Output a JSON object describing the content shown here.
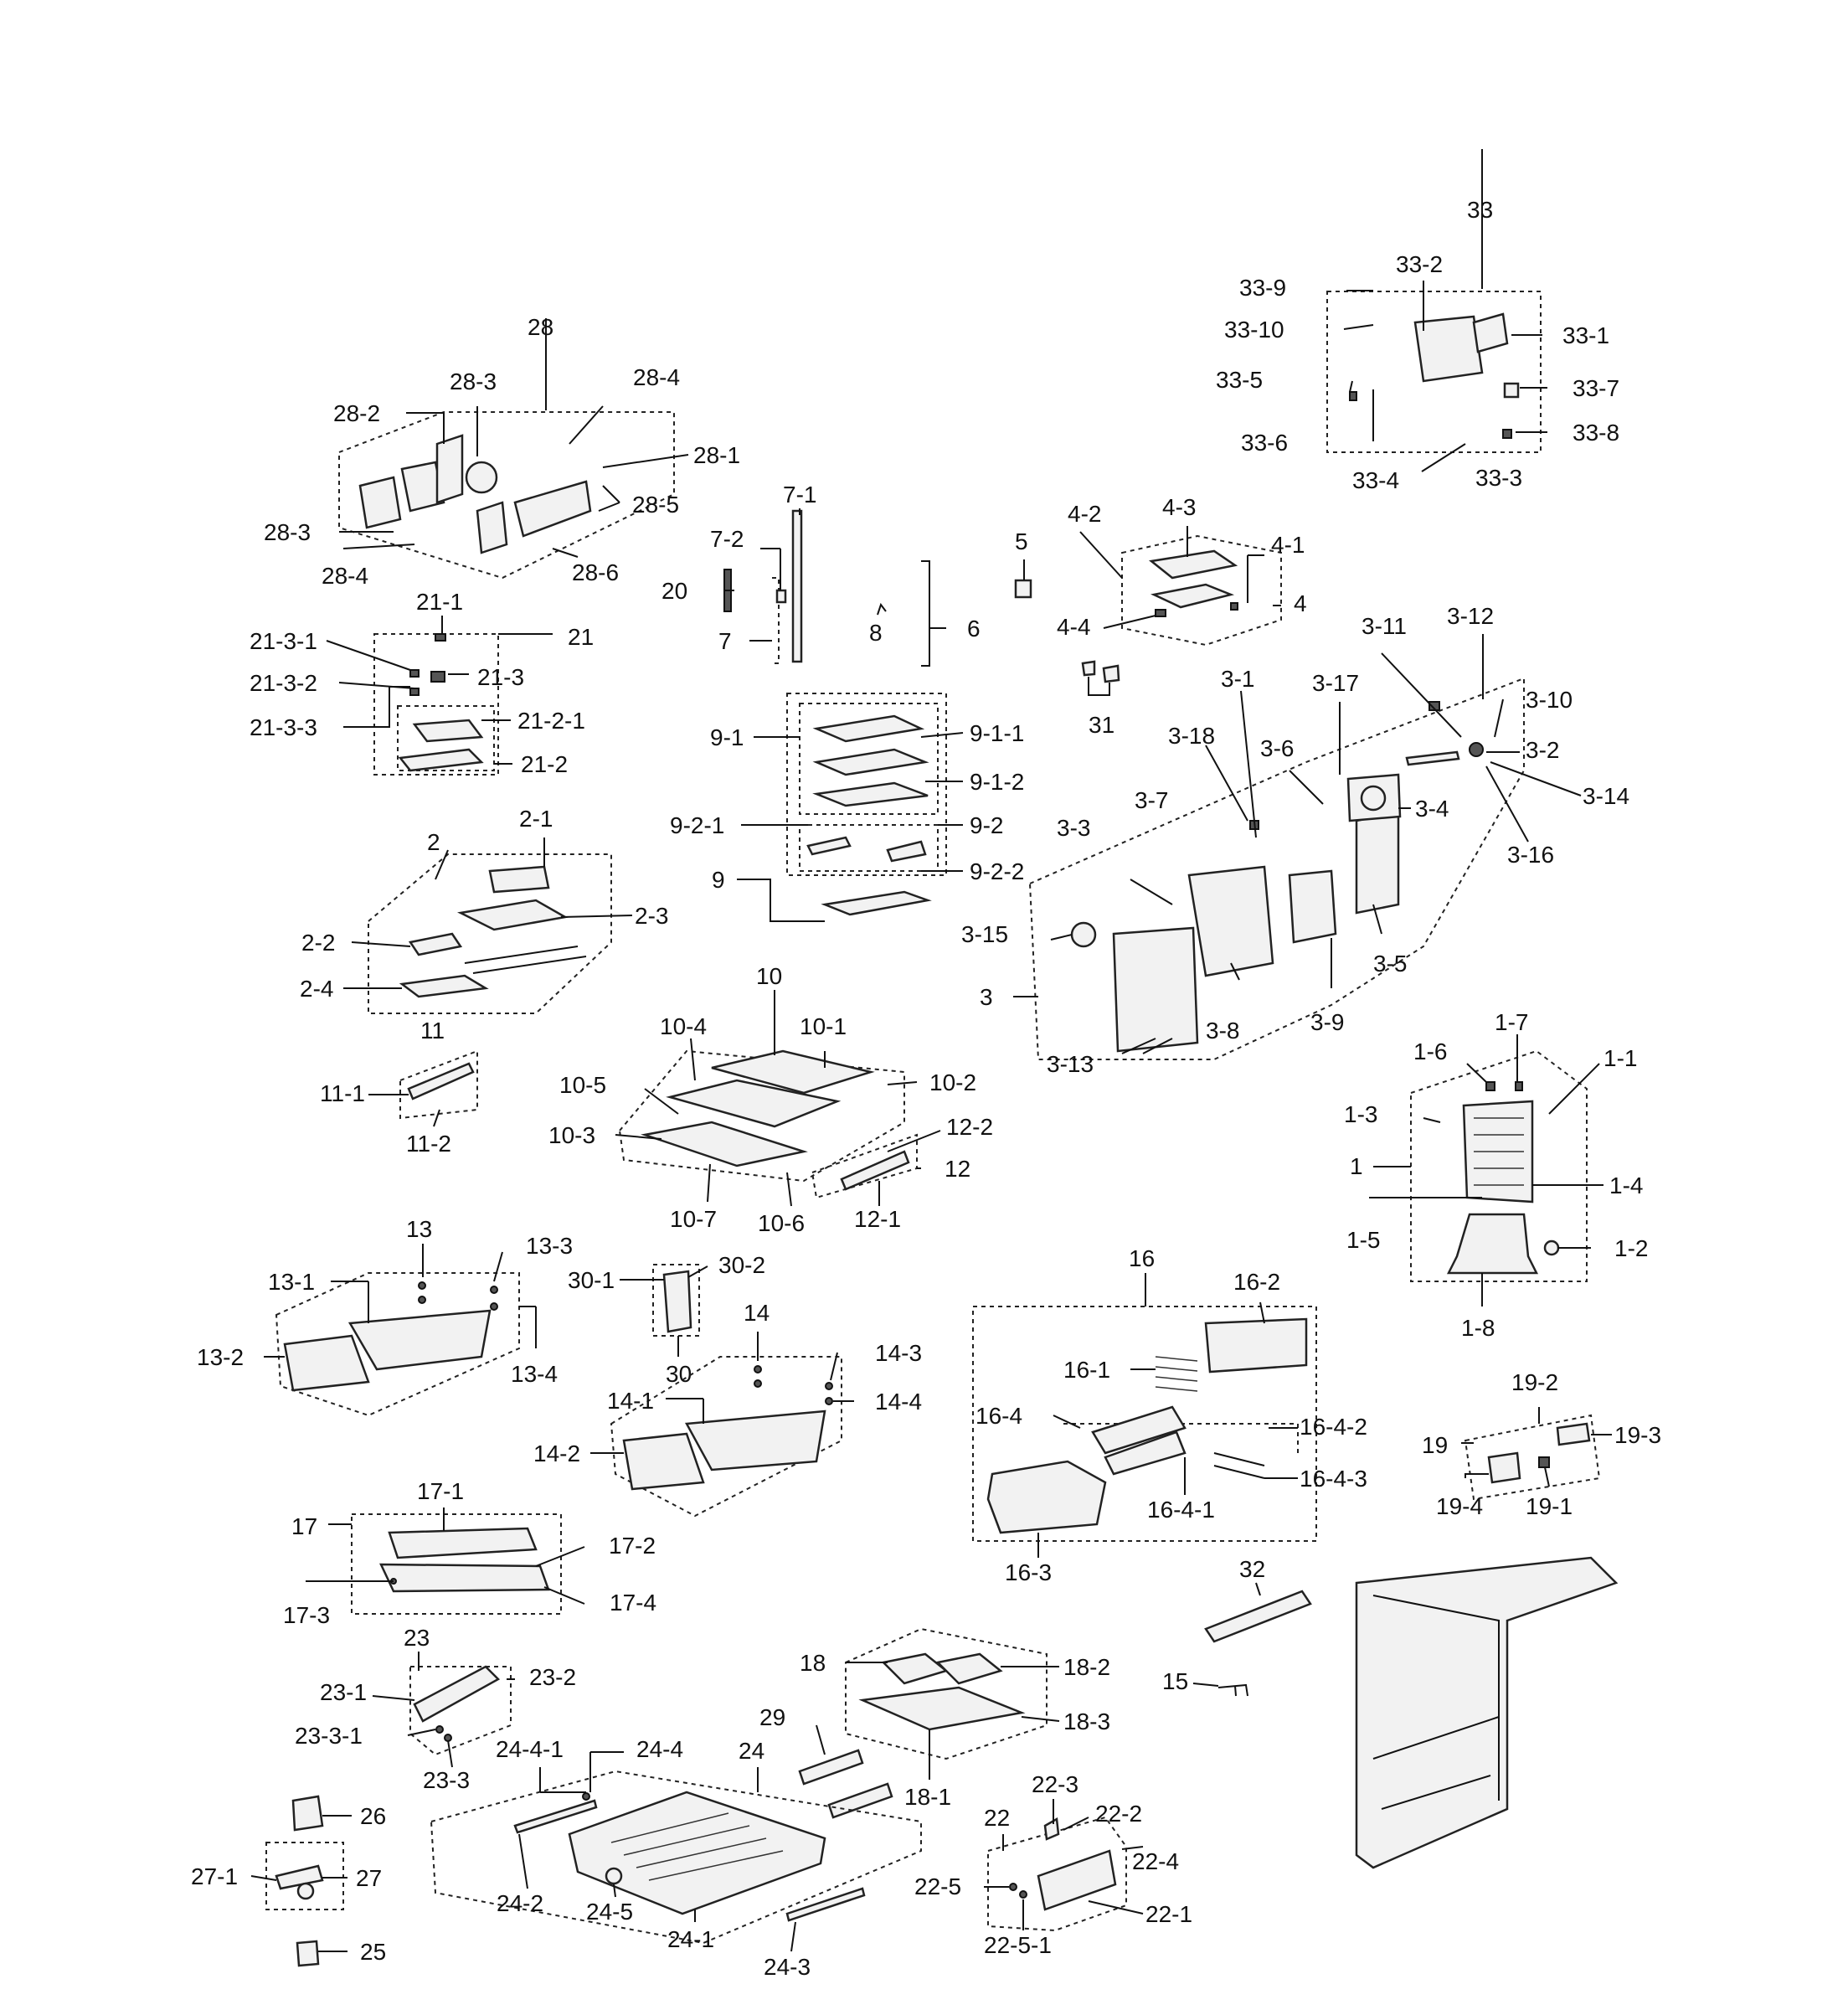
{
  "labels": {
    "l33": "33",
    "l33_1": "33-1",
    "l33_2": "33-2",
    "l33_3": "33-3",
    "l33_4": "33-4",
    "l33_5": "33-5",
    "l33_6": "33-6",
    "l33_7": "33-7",
    "l33_8": "33-8",
    "l33_9": "33-9",
    "l33_10": "33-10",
    "l28": "28",
    "l28_1": "28-1",
    "l28_2": "28-2",
    "l28_3a": "28-3",
    "l28_3b": "28-3",
    "l28_4a": "28-4",
    "l28_4b": "28-4",
    "l28_5": "28-5",
    "l28_6": "28-6",
    "l7_1": "7-1",
    "l7_2": "7-2",
    "l7": "7",
    "l20": "20",
    "l8": "8",
    "l6": "6",
    "l5": "5",
    "l4": "4",
    "l4_1": "4-1",
    "l4_2": "4-2",
    "l4_3": "4-3",
    "l4_4": "4-4",
    "l31": "31",
    "l21": "21",
    "l21_1": "21-1",
    "l21_2": "21-2",
    "l21_2_1": "21-2-1",
    "l21_3": "21-3",
    "l21_3_1": "21-3-1",
    "l21_3_2": "21-3-2",
    "l21_3_3": "21-3-3",
    "l9": "9",
    "l9_1": "9-1",
    "l9_1_1": "9-1-1",
    "l9_1_2": "9-1-2",
    "l9_2": "9-2",
    "l9_2_1": "9-2-1",
    "l9_2_2": "9-2-2",
    "l3": "3",
    "l3_1": "3-1",
    "l3_2": "3-2",
    "l3_3": "3-3",
    "l3_4": "3-4",
    "l3_5": "3-5",
    "l3_6": "3-6",
    "l3_7": "3-7",
    "l3_8": "3-8",
    "l3_9": "3-9",
    "l3_10": "3-10",
    "l3_11": "3-11",
    "l3_12": "3-12",
    "l3_13": "3-13",
    "l3_14": "3-14",
    "l3_15": "3-15",
    "l3_16": "3-16",
    "l3_17": "3-17",
    "l3_18": "3-18",
    "l2": "2",
    "l2_1": "2-1",
    "l2_2": "2-2",
    "l2_3": "2-3",
    "l2_4": "2-4",
    "l11": "11",
    "l11_1": "11-1",
    "l11_2": "11-2",
    "l10": "10",
    "l10_1": "10-1",
    "l10_2": "10-2",
    "l10_3": "10-3",
    "l10_4": "10-4",
    "l10_5": "10-5",
    "l10_6": "10-6",
    "l10_7": "10-7",
    "l12": "12",
    "l12_1": "12-1",
    "l12_2": "12-2",
    "l1": "1",
    "l1_1": "1-1",
    "l1_2": "1-2",
    "l1_3": "1-3",
    "l1_4": "1-4",
    "l1_5": "1-5",
    "l1_6": "1-6",
    "l1_7": "1-7",
    "l1_8": "1-8",
    "l13": "13",
    "l13_1": "13-1",
    "l13_2": "13-2",
    "l13_3": "13-3",
    "l13_4": "13-4",
    "l30": "30",
    "l30_1": "30-1",
    "l30_2": "30-2",
    "l14": "14",
    "l14_1": "14-1",
    "l14_2": "14-2",
    "l14_3": "14-3",
    "l14_4": "14-4",
    "l16": "16",
    "l16_1": "16-1",
    "l16_2": "16-2",
    "l16_3": "16-3",
    "l16_4": "16-4",
    "l16_4_1": "16-4-1",
    "l16_4_2": "16-4-2",
    "l16_4_3": "16-4-3",
    "l19": "19",
    "l19_1": "19-1",
    "l19_2": "19-2",
    "l19_3": "19-3",
    "l19_4": "19-4",
    "l17": "17",
    "l17_1": "17-1",
    "l17_2": "17-2",
    "l17_3": "17-3",
    "l17_4": "17-4",
    "l32": "32",
    "l15": "15",
    "l23": "23",
    "l23_1": "23-1",
    "l23_2": "23-2",
    "l23_3": "23-3",
    "l23_3_1": "23-3-1",
    "l18": "18",
    "l18_1": "18-1",
    "l18_2": "18-2",
    "l18_3": "18-3",
    "l29": "29",
    "l24": "24",
    "l24_1": "24-1",
    "l24_2": "24-2",
    "l24_3": "24-3",
    "l24_4": "24-4",
    "l24_4_1": "24-4-1",
    "l24_5": "24-5",
    "l22": "22",
    "l22_1": "22-1",
    "l22_2": "22-2",
    "l22_3": "22-3",
    "l22_4": "22-4",
    "l22_5": "22-5",
    "l22_5_1": "22-5-1",
    "l26": "26",
    "l27": "27",
    "l27_1": "27-1",
    "l25": "25"
  }
}
